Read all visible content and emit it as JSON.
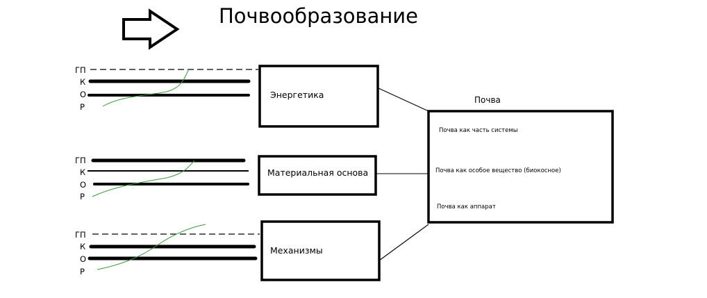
{
  "title": "Почвообразование",
  "icons": {
    "title_arrow": "right-arrow-icon"
  },
  "colors": {
    "lines": "#000000",
    "curve": "#3a9a3a",
    "background": "#ffffff"
  },
  "layer_groups": [
    {
      "box_label": "Энергетика",
      "layers": [
        "ГП",
        "К",
        "О",
        "Р"
      ]
    },
    {
      "box_label": "Материальная основа",
      "layers": [
        "ГП",
        "К",
        "О",
        "Р"
      ]
    },
    {
      "box_label": "Механизмы",
      "layers": [
        "ГП",
        "К",
        "О",
        "Р"
      ]
    }
  ],
  "soil": {
    "heading": "Почва",
    "items": [
      "Почва как часть системы",
      "Почва как особое вещество (биокосное)",
      "Почва как аппарат"
    ]
  }
}
